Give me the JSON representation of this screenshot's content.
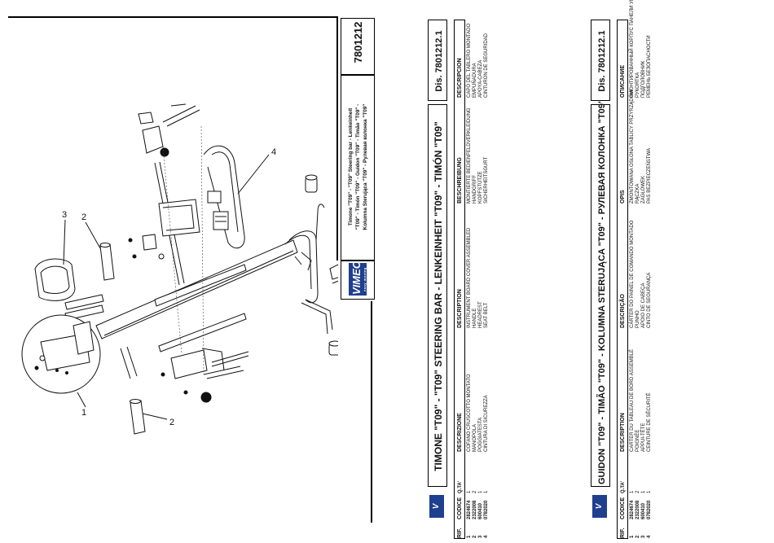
{
  "drawing": {
    "callouts": [
      "1",
      "2",
      "3",
      "4",
      "2"
    ]
  },
  "title_block": {
    "logo": "VIMEC",
    "logo_tagline": "easy moving",
    "part_number": "7801212",
    "title_lines": [
      "Timone \"T09\" - \"T09\" Steering bar - Lenkeinheit",
      "\"T09\" - Timón \"T09\" - Guidon \"T09\" - Timão \"T09\" -",
      "Kolumna Sterująca \"T09\" - Рулевая колонка \"T09\""
    ]
  },
  "table1": {
    "title": "TIMONE \"T09\" - \"T09\" STEERING BAR - LENKEINHEIT \"T09\" - TIMÓN \"T09\"",
    "dis": "Dis. 7801212.1",
    "headers": {
      "rif": "RIF.",
      "codice": "CODICE",
      "qta": "Q.TA'",
      "desc_it": "DESCRIZIONE",
      "desc_en": "DESCRIPTION",
      "desc_de": "BESCHREIBUNG",
      "desc_es": "DESCRIPCION"
    },
    "rows": [
      {
        "rif": "1",
        "codice": "2824674",
        "qta": "1",
        "it": "COFANO CRUSCOTTO MONTATO",
        "en": "INSTRUMENT BOARD COVER ASSEMBLED",
        "de": "MONTIERTE BEDIENFELDVERKLEIDUNG",
        "es": "CAPÓ DEL TABLERO MONTADO"
      },
      {
        "rif": "2",
        "codice": "2322008",
        "qta": "2",
        "it": "MANOPOLA",
        "en": "HANDLE",
        "de": "HANDGRIFF",
        "es": "EMPUÑADURA"
      },
      {
        "rif": "3",
        "codice": "600410",
        "qta": "1",
        "it": "POGGIATESTA",
        "en": "HEADREST",
        "de": "KOPFSTÜTZE",
        "es": "APOYA-CABEZA"
      },
      {
        "rif": "4",
        "codice": "0782020",
        "qta": "1",
        "it": "CINTURA DI SICUREZZA",
        "en": "SEAT BELT",
        "de": "SICHERHEITSGURT",
        "es": "CINTURÓN DE SEGURIDAD"
      }
    ]
  },
  "table2": {
    "title": "GUIDON \"T09\" - TIMÃO \"T09\" - KOLUMNA STERUJĄCA \"T09\" - РУЛЕВАЯ КОЛОНКА \"T09\"",
    "dis": "Dis. 7801212.1",
    "headers": {
      "rif": "RIF.",
      "codice": "CODICE",
      "qta": "Q.TA'",
      "desc_fr": "DESCRIPTION",
      "desc_pt": "DESCRIÇÃO",
      "desc_pl": "OPIS",
      "desc_ru": "ОПИСАНИЕ"
    },
    "rows": [
      {
        "rif": "1",
        "codice": "2824674",
        "qta": "1",
        "fr": "CARTER DU TABLEAU DE BORD ASSEMBLÉ",
        "pt": "CÁRTER DO PAINEL DE COMANDO MONTADO",
        "pl": "ZMONTOWANA OSŁONA TABLICY PRZYRZĄDÓW",
        "ru": "ВМОНТИРОВАННЫЙ КОРПУС ПАНЕЛИ УПРАВЛЕНИЯ"
      },
      {
        "rif": "2",
        "codice": "2322008",
        "qta": "2",
        "fr": "POIGNÉE",
        "pt": "PUNHO",
        "pl": "RĄCZKA",
        "ru": "РУКОЯТКА"
      },
      {
        "rif": "3",
        "codice": "600410",
        "qta": "1",
        "fr": "APPUI-TÊTE",
        "pt": "APOIO DE CABEÇA",
        "pl": "ZAGŁÓWEK",
        "ru": "ПОДГОЛОВНИК"
      },
      {
        "rif": "4",
        "codice": "0782020",
        "qta": "1",
        "fr": "CEINTURE DE SÉCURITÉ",
        "pt": "CINTO DE SEGURANÇA",
        "pl": "PAS BEZPIECZEŃSTWA",
        "ru": "РЕМЕНЬ БЕЗОПАСНОСТИ"
      }
    ]
  }
}
